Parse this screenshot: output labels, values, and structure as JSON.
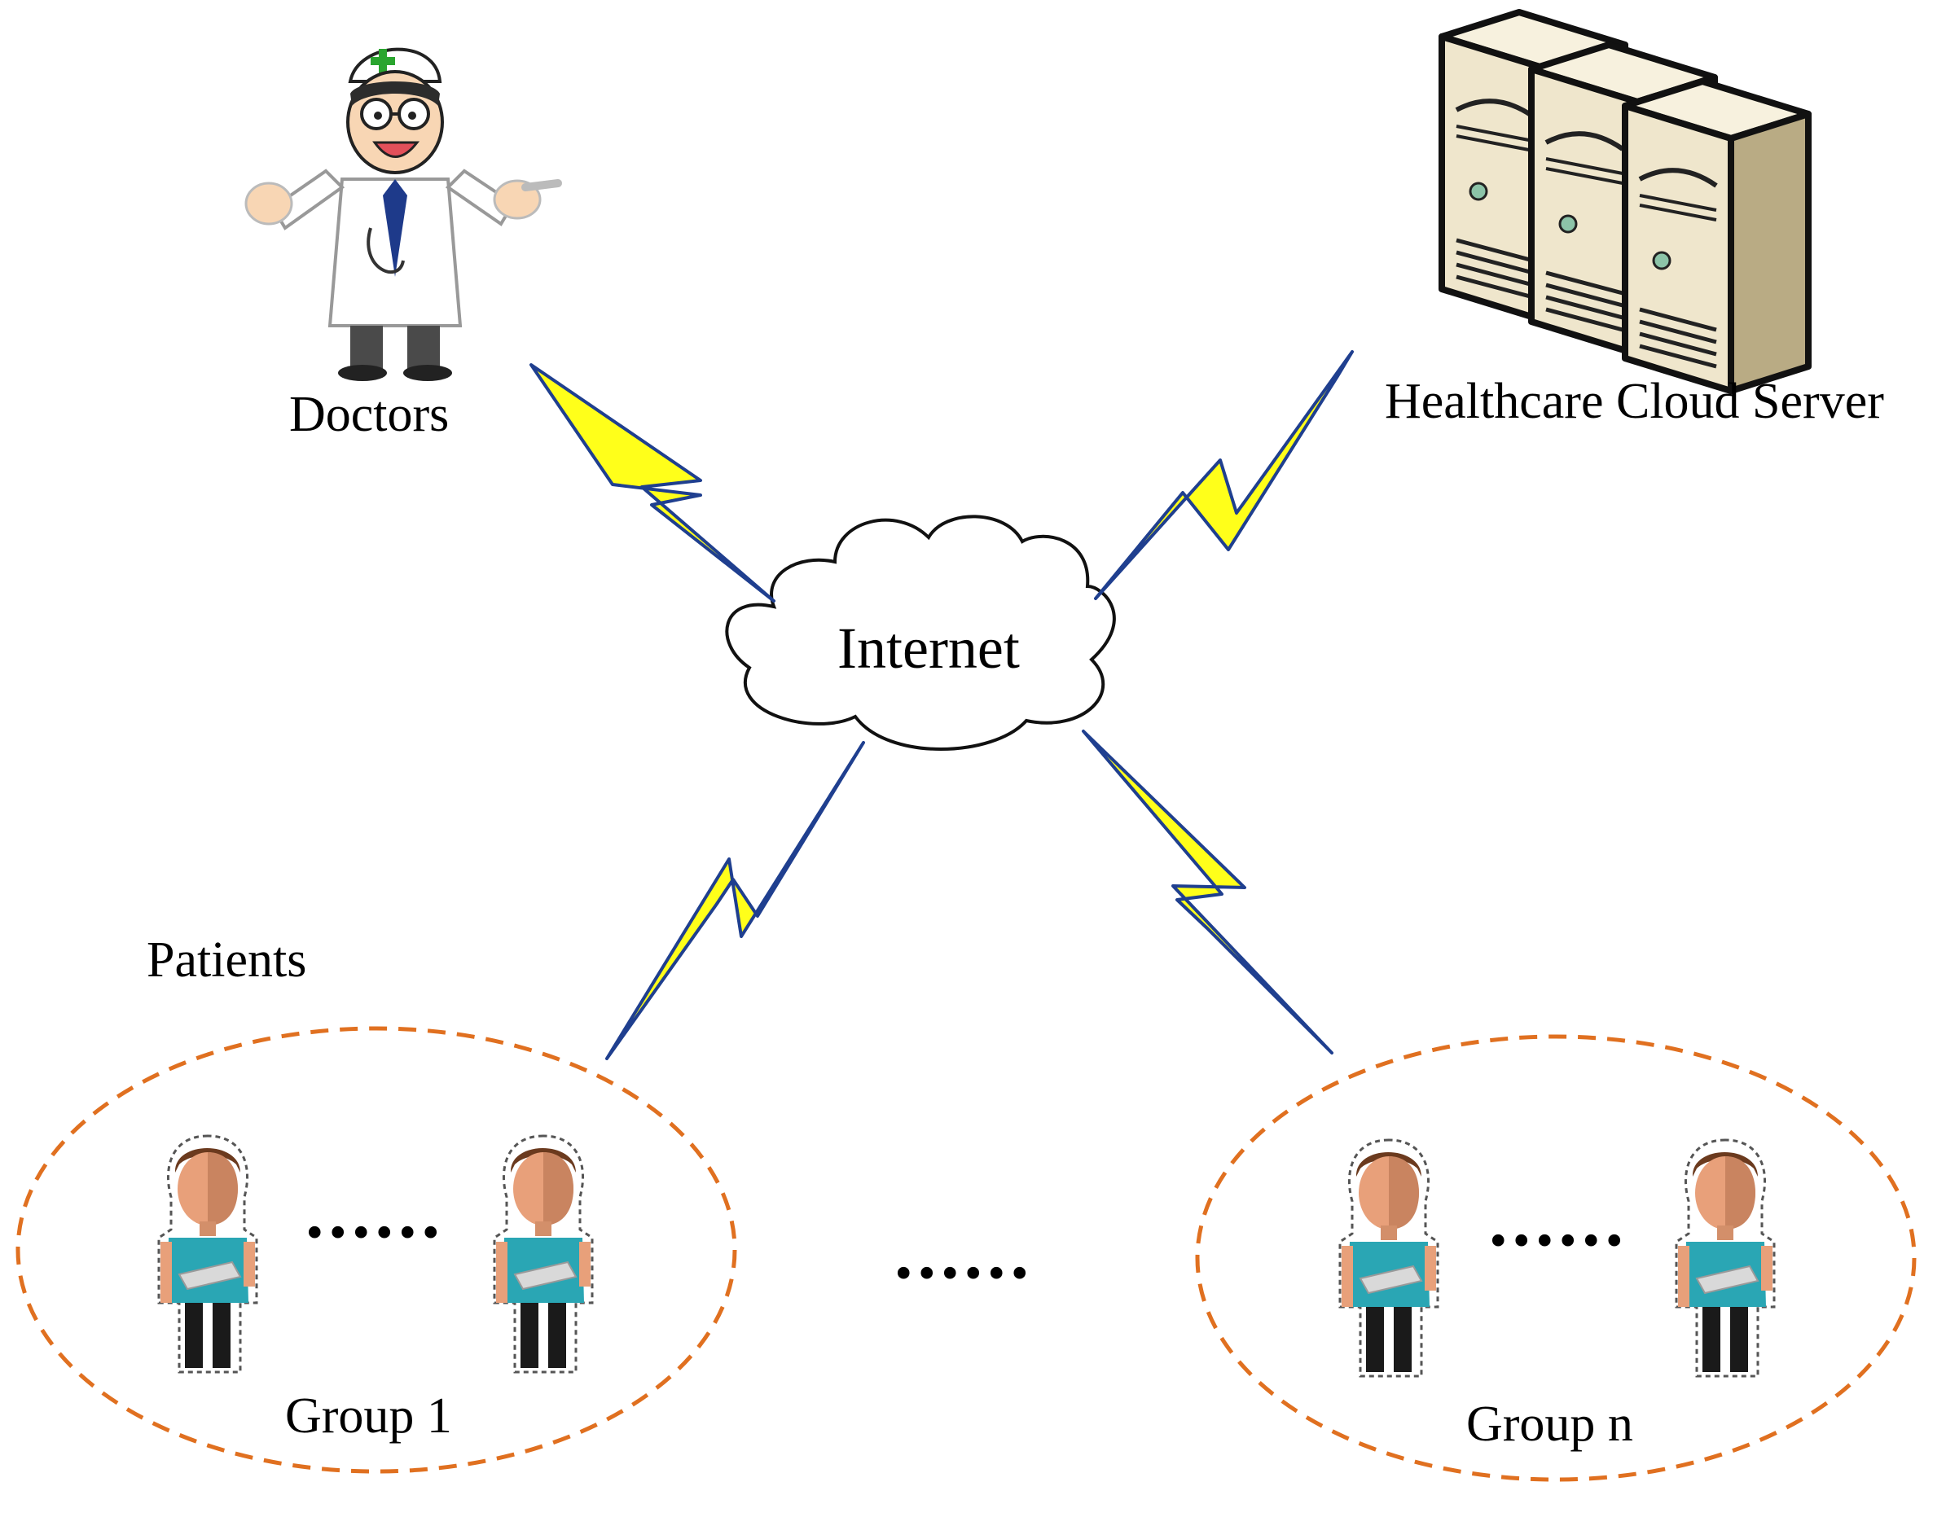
{
  "labels": {
    "doctors": "Doctors",
    "server": "Healthcare Cloud Server",
    "internet": "Internet",
    "patients": "Patients",
    "group1": "Group 1",
    "groupn": "Group n"
  },
  "ellipsis": "......",
  "colors": {
    "lightning_fill": "#ffff1a",
    "lightning_stroke": "#1f3f8f",
    "group_border": "#e07020",
    "server_body": "#efe6cc",
    "patient_shirt": "#2aa6b4",
    "patient_skin": "#e8a07a"
  },
  "icons": [
    "doctor-icon",
    "server-rack-icon",
    "cloud-icon",
    "patient-icon"
  ]
}
